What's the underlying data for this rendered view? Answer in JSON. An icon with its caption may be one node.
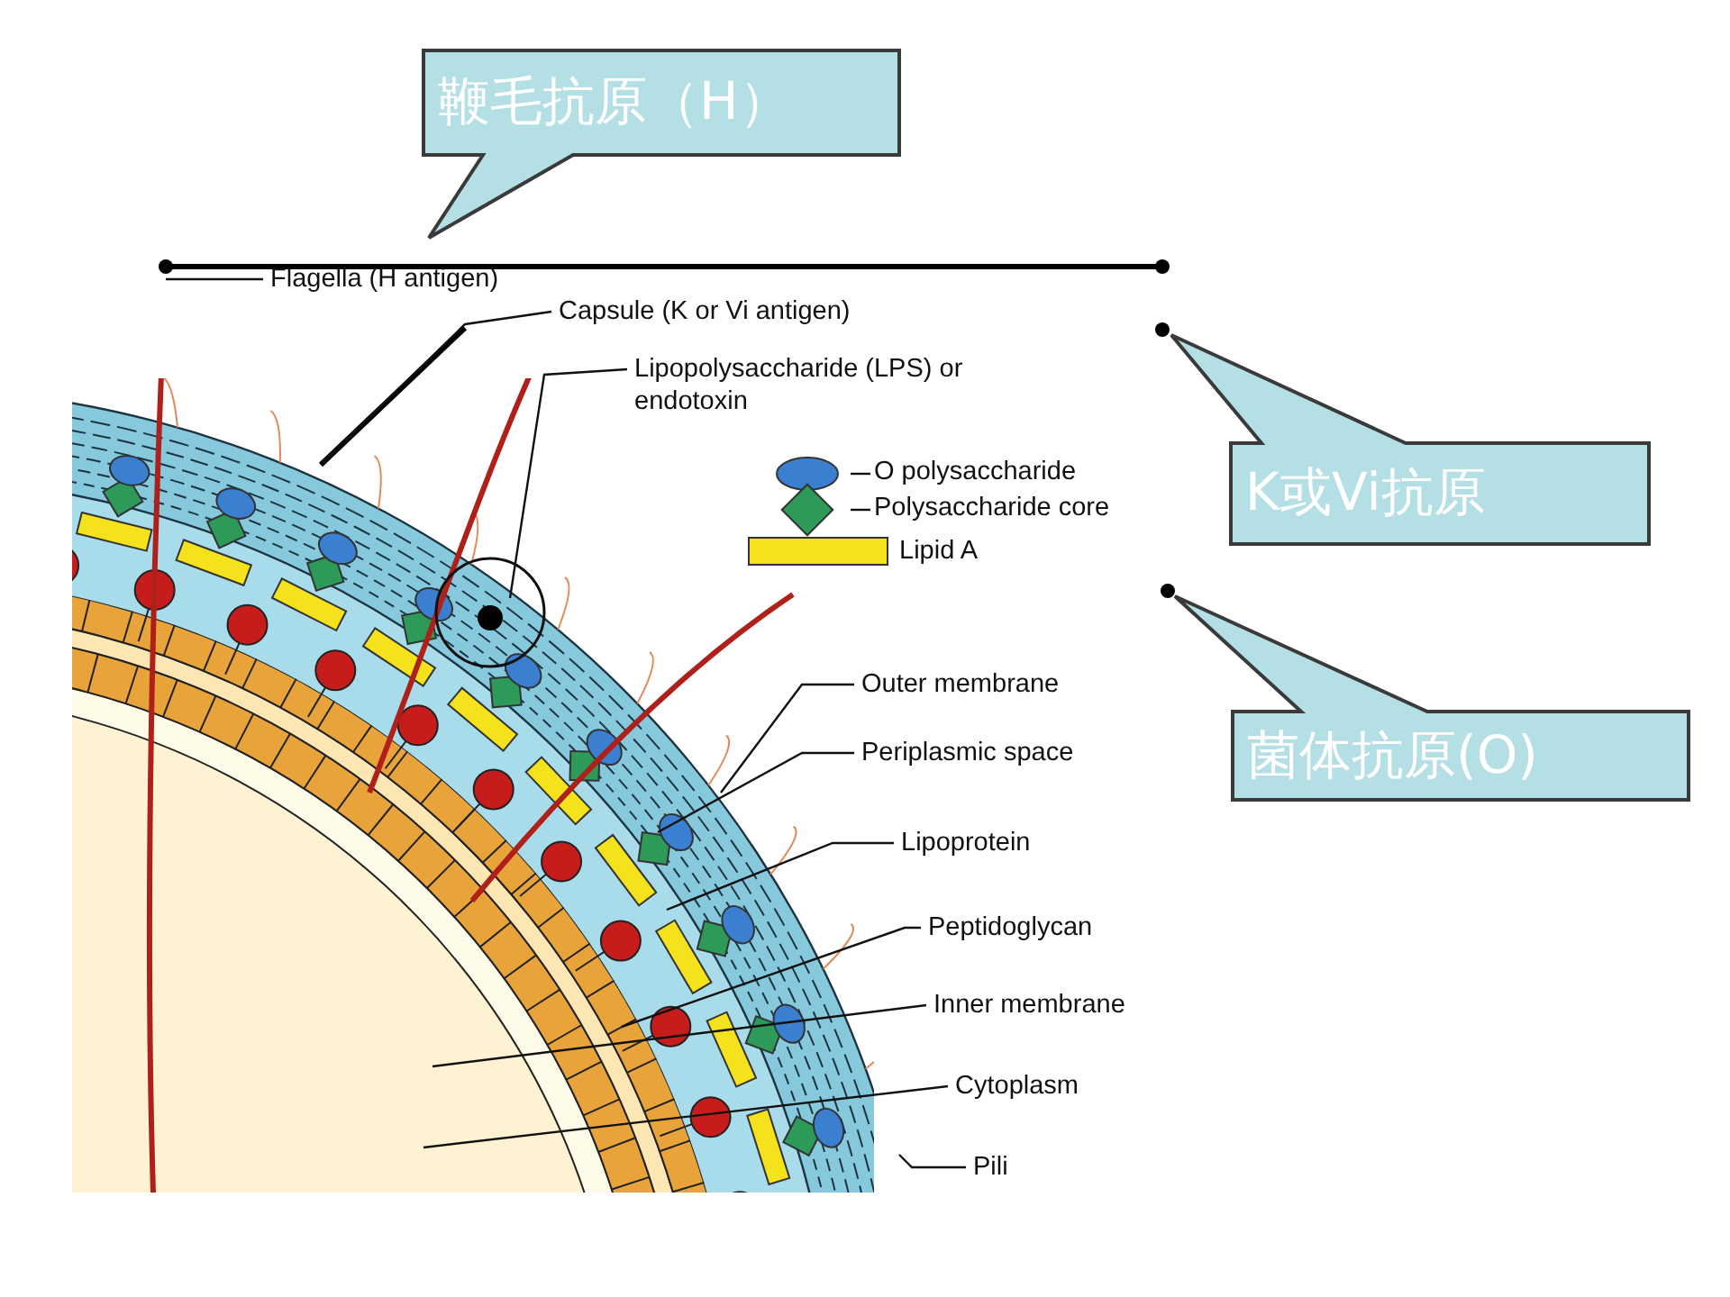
{
  "diagram": {
    "nodes": [
      {
        "text": [
          "鞭毛抗原（H）"
        ]
      },
      {
        "text": [
          "K或Vi抗原"
        ]
      },
      {
        "text": [
          "菌体抗原(O)"
        ]
      },
      {
        "text": [
          "Flagella (H antigen)"
        ]
      },
      {
        "text": [
          "Capsule (K or Vi antigen)"
        ]
      },
      {
        "text": [
          "Lipopolysaccharide (LPS) or endotoxin"
        ]
      },
      {
        "text": [
          "Outer membrane"
        ]
      },
      {
        "text": [
          "Periplasmic space"
        ]
      },
      {
        "text": [
          "Lipoprotein"
        ]
      },
      {
        "text": [
          "Peptidoglycan"
        ]
      },
      {
        "text": [
          "Inner membrane"
        ]
      },
      {
        "text": [
          "Cytoplasm"
        ]
      },
      {
        "text": [
          "Pili"
        ]
      }
    ],
    "edges": [
      {
        "from": 3,
        "to": null,
        "arrow": "none"
      },
      {
        "from": 4,
        "to": null,
        "arrow": "none"
      },
      {
        "from": 5,
        "to": null,
        "arrow": "none"
      },
      {
        "from": 6,
        "to": null,
        "arrow": "none"
      },
      {
        "from": 7,
        "to": null,
        "arrow": "none"
      },
      {
        "from": 8,
        "to": null,
        "arrow": "none"
      },
      {
        "from": 9,
        "to": null,
        "arrow": "none"
      },
      {
        "from": 10,
        "to": null,
        "arrow": "none"
      },
      {
        "from": 11,
        "to": null,
        "arrow": "none"
      },
      {
        "from": 12,
        "to": null,
        "arrow": "none"
      }
    ],
    "legend": [
      {
        "text": "O polysaccharide"
      },
      {
        "text": "Polysaccharide core"
      },
      {
        "text": "Lipid A",
        "color": "#f4e21c"
      }
    ]
  }
}
